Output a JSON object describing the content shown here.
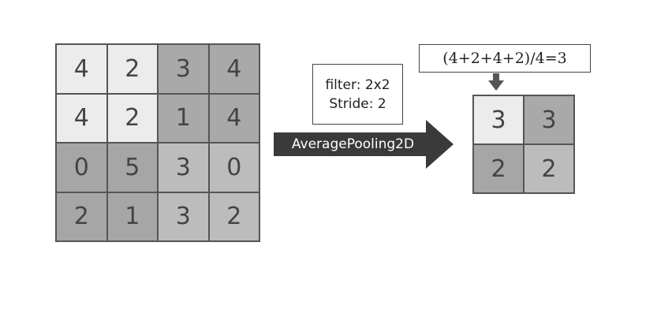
{
  "input_grid": {
    "values": [
      [
        "4",
        "2",
        "3",
        "4"
      ],
      [
        "4",
        "2",
        "1",
        "4"
      ],
      [
        "0",
        "5",
        "3",
        "0"
      ],
      [
        "2",
        "1",
        "3",
        "2"
      ]
    ],
    "colors": [
      [
        "#ececec",
        "#ececec",
        "#a9a9a9",
        "#a9a9a9"
      ],
      [
        "#ececec",
        "#ececec",
        "#a9a9a9",
        "#a9a9a9"
      ],
      [
        "#a6a6a6",
        "#a6a6a6",
        "#bcbcbc",
        "#bcbcbc"
      ],
      [
        "#a6a6a6",
        "#a6a6a6",
        "#bcbcbc",
        "#bcbcbc"
      ]
    ]
  },
  "output_grid": {
    "values": [
      [
        "3",
        "3"
      ],
      [
        "2",
        "2"
      ]
    ],
    "colors": [
      [
        "#ececec",
        "#a9a9a9"
      ],
      [
        "#a6a6a6",
        "#bcbcbc"
      ]
    ]
  },
  "filter_box": {
    "filter": "filter: 2x2",
    "stride": "Stride: 2"
  },
  "arrow": {
    "label": "AveragePooling2D",
    "color": "#3a3a3a"
  },
  "formula": {
    "text": "(4+2+4+2)/4=3"
  }
}
